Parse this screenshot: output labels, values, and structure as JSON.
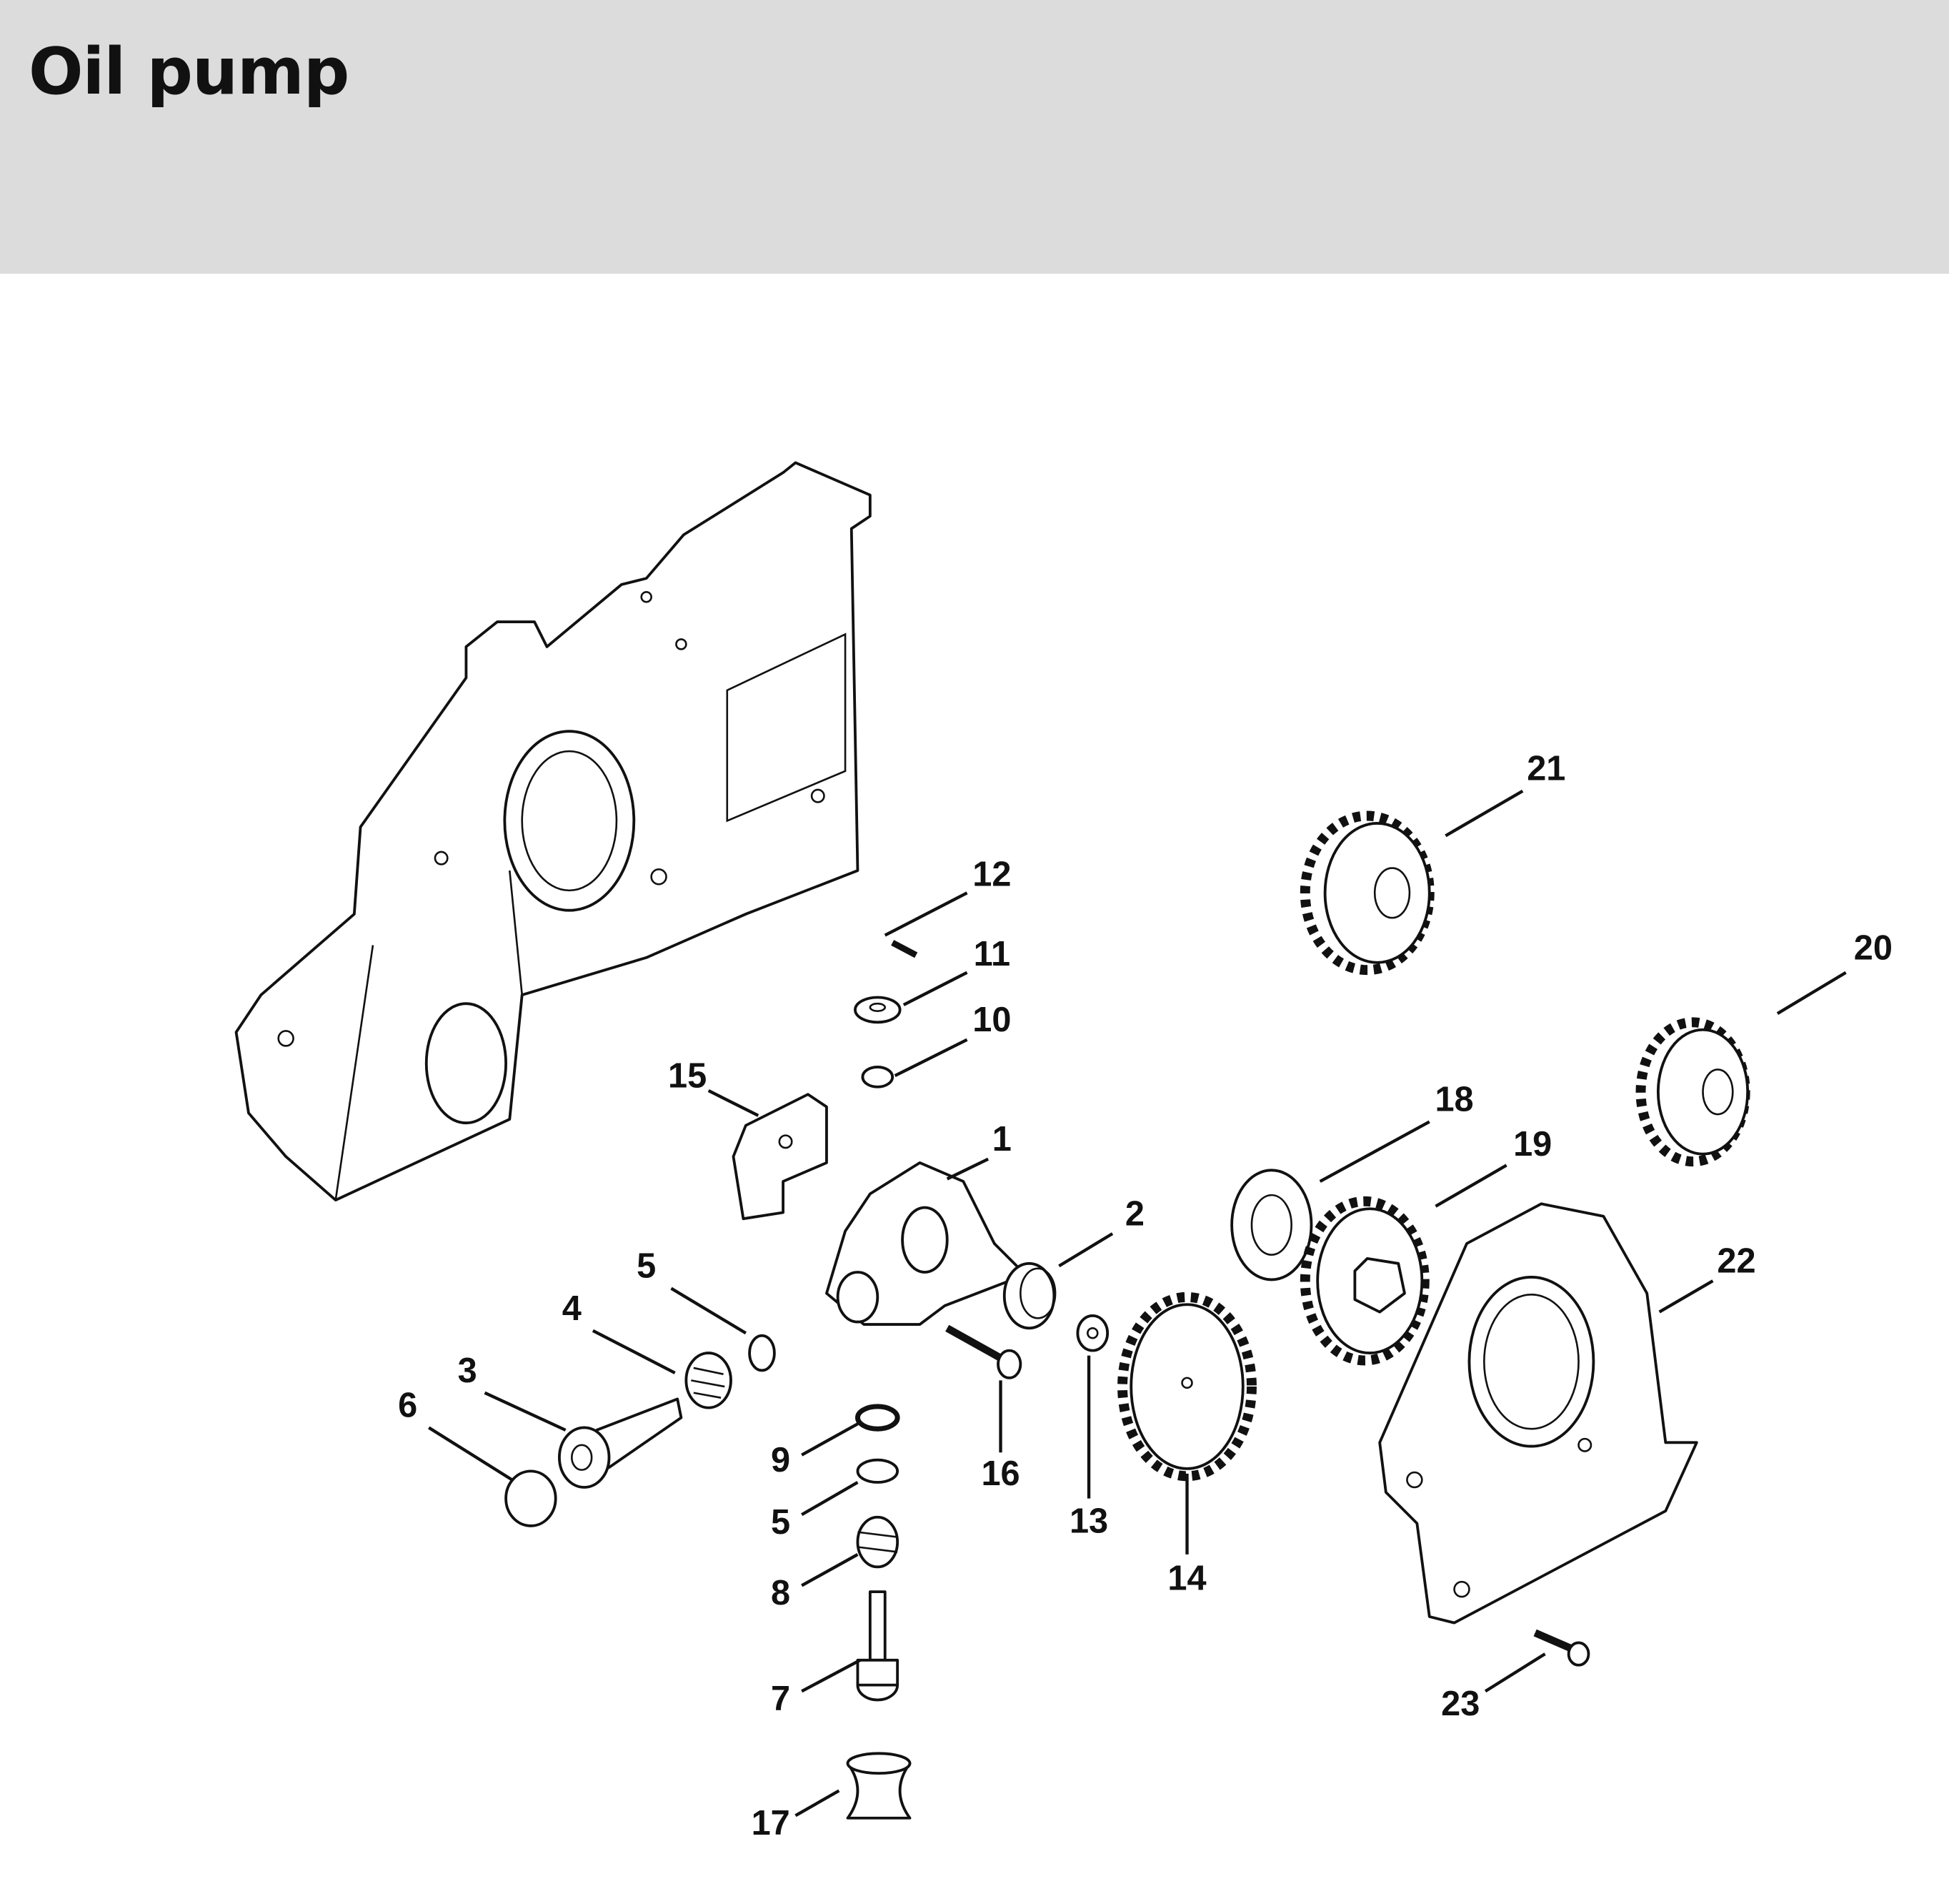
{
  "header": {
    "title": "Oil pump"
  },
  "callouts": [
    {
      "number": "1"
    },
    {
      "number": "2"
    },
    {
      "number": "3"
    },
    {
      "number": "4"
    },
    {
      "number": "5"
    },
    {
      "number": "6"
    },
    {
      "number": "7"
    },
    {
      "number": "8"
    },
    {
      "number": "9"
    },
    {
      "number": "5"
    },
    {
      "number": "10"
    },
    {
      "number": "11"
    },
    {
      "number": "12"
    },
    {
      "number": "13"
    },
    {
      "number": "14"
    },
    {
      "number": "15"
    },
    {
      "number": "16"
    },
    {
      "number": "17"
    },
    {
      "number": "18"
    },
    {
      "number": "19"
    },
    {
      "number": "20"
    },
    {
      "number": "21"
    },
    {
      "number": "22"
    },
    {
      "number": "23"
    }
  ],
  "colors": {
    "header_bg": "#dcdcdc",
    "ink": "#111111"
  }
}
